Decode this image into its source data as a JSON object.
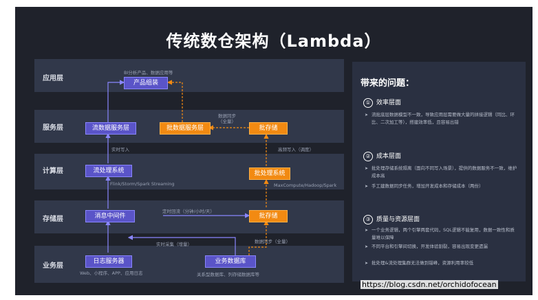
{
  "title": "传统数仓架构（Lambda）",
  "layers": [
    {
      "id": "app",
      "label": "应用层"
    },
    {
      "id": "service",
      "label": "服务层"
    },
    {
      "id": "compute",
      "label": "计算层"
    },
    {
      "id": "storage",
      "label": "存储层"
    },
    {
      "id": "business",
      "label": "业务层"
    }
  ],
  "boxes": {
    "product_assembly": "产品组装",
    "stream_service": "流数据服务层",
    "batch_service": "批数据服务层",
    "batch_storage_top": "批存储",
    "stream_system": "流处理系统",
    "batch_system": "批处理系统",
    "message_middleware": "消息中间件",
    "batch_storage_mid": "批存储",
    "log_server": "日志服务器",
    "business_db": "业务数据库"
  },
  "notes": {
    "app_desc": "BI分析产品、数据应用等",
    "data_sync": "数据同步\n（全量）",
    "realtime_write": "实时写入",
    "hf_write": "高频写入（调度）",
    "stream_tech": "Flink/Storm/Spark Streaming",
    "batch_tech": "MaxCompute/Hadoop/Spark",
    "scheduled_dump": "定时回流（分钟/小时/天）",
    "realtime_collect": "实时采集（增量）",
    "data_sync_full": "数据同步（全量）",
    "log_sources": "Web、小程序、APP、应用日志",
    "db_types": "关系型数据库、列存储数据库等"
  },
  "panel": {
    "title": "带来的问题：",
    "sections": [
      {
        "num": "①",
        "title": "效率层面",
        "bullets": [
          "流批底层数据模型不一致，导致应用层需要做大量的拼接逻辑（同比、环比、二次加工等），搭建效率低，且容易出错"
        ]
      },
      {
        "num": "②",
        "title": "成本层面",
        "bullets": [
          "批处理存储系统隔离（面向不同写入场景），提供的数据服务不一致，维护成本高",
          "手工建数据同步任务，增加开发成本和存储成本（两份）"
        ]
      },
      {
        "num": "③",
        "title": "质量与资源层面",
        "bullets": [
          "一个业务逻辑，两个引擎两套代码，SQL逻辑不能复用，数据一致性和质量难以保障",
          "不同平台和引擎间切换，开发体验割裂，容易出现变更遗漏",
          "批处理&流处理集群无法做到错峰，资源利用率较低"
        ]
      }
    ]
  },
  "watermark": "https://blog.csdn.net/orchidofocean",
  "colors": {
    "purple": "#5a54c8",
    "orange": "#f28a12",
    "background": "#1f222b",
    "layer": "#31384a"
  }
}
